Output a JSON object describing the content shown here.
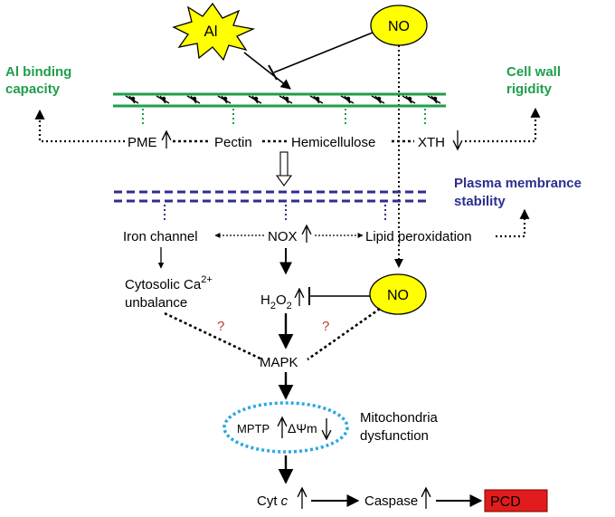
{
  "nodes": {
    "al": "Al",
    "no_top": "NO",
    "no_mid": "NO",
    "al_binding_line1": "Al binding",
    "al_binding_line2": "capacity",
    "cell_wall_line1": "Cell wall",
    "cell_wall_line2": "rigidity",
    "pme": "PME",
    "pectin": "Pectin",
    "hemicellulose": "Hemicellulose",
    "xth": "XTH",
    "plasma_line1": "Plasma membrance",
    "plasma_line2": "stability",
    "iron_channel": "Iron channel",
    "nox": "NOX",
    "lipid": "Lipid peroxidation",
    "cyto_line1": "Cytosolic Ca",
    "cyto_sup": "2+",
    "cyto_line2": "unbalance",
    "h2o2_h": "H",
    "h2o2_2a": "2",
    "h2o2_o": "O",
    "h2o2_2b": "2",
    "q1": "?",
    "q2": "?",
    "mapk": "MAPK",
    "mptp": "MPTP",
    "delta_psi": "ΔΨm",
    "mito_line1": "Mitochondria",
    "mito_line2": "dysfunction",
    "cyt": "Cyt ",
    "cyt_c": "c",
    "caspase": "Caspase",
    "pcd": "PCD"
  },
  "colors": {
    "green": "#1f9e4a",
    "blue": "#2b2f8f",
    "cyan": "#29a8e0",
    "yellow": "#ffff00",
    "pcd_red": "#e21c1c",
    "question": "#c0392b"
  }
}
